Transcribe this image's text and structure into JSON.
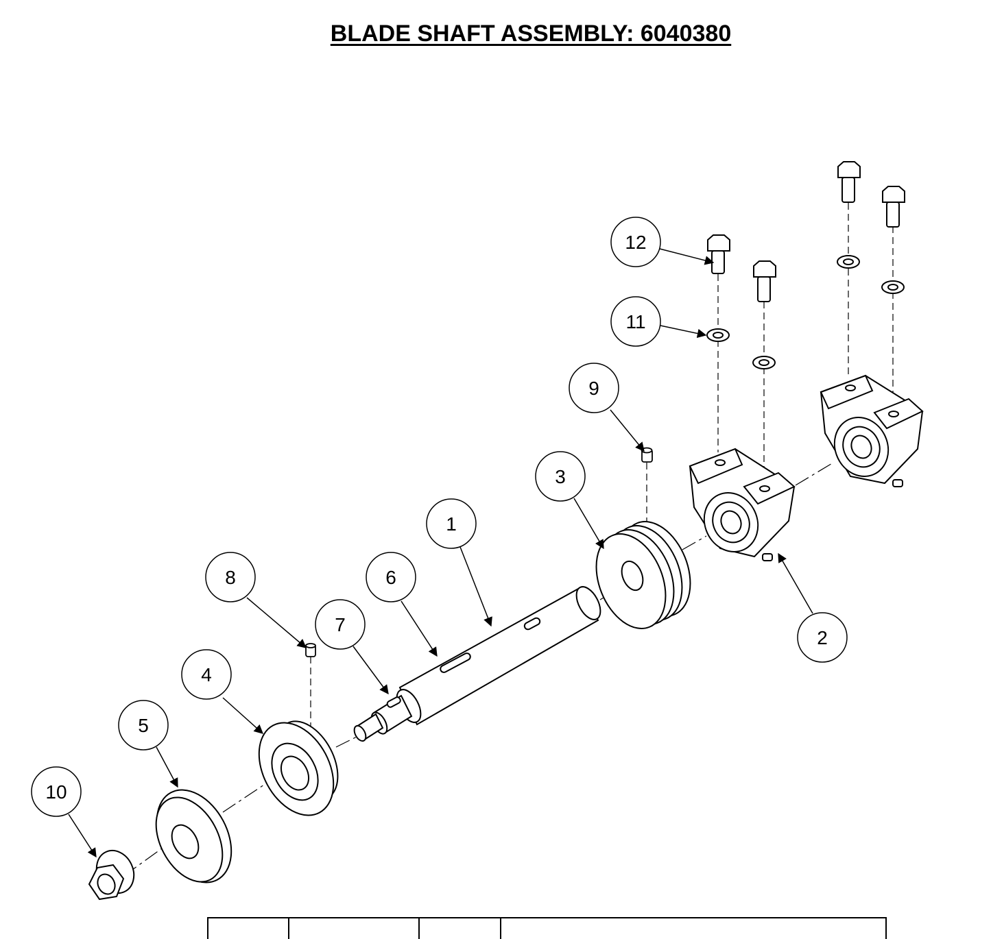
{
  "title": "BLADE SHAFT ASSEMBLY: 6040380",
  "callouts": [
    {
      "id": "c1",
      "label": "1"
    },
    {
      "id": "c2",
      "label": "2"
    },
    {
      "id": "c3",
      "label": "3"
    },
    {
      "id": "c4",
      "label": "4"
    },
    {
      "id": "c5",
      "label": "5"
    },
    {
      "id": "c6",
      "label": "6"
    },
    {
      "id": "c7",
      "label": "7"
    },
    {
      "id": "c8",
      "label": "8"
    },
    {
      "id": "c9",
      "label": "9"
    },
    {
      "id": "c10",
      "label": "10"
    },
    {
      "id": "c11",
      "label": "11"
    },
    {
      "id": "c12",
      "label": "12"
    }
  ],
  "colors": {
    "line": "#000000",
    "background": "#ffffff"
  }
}
